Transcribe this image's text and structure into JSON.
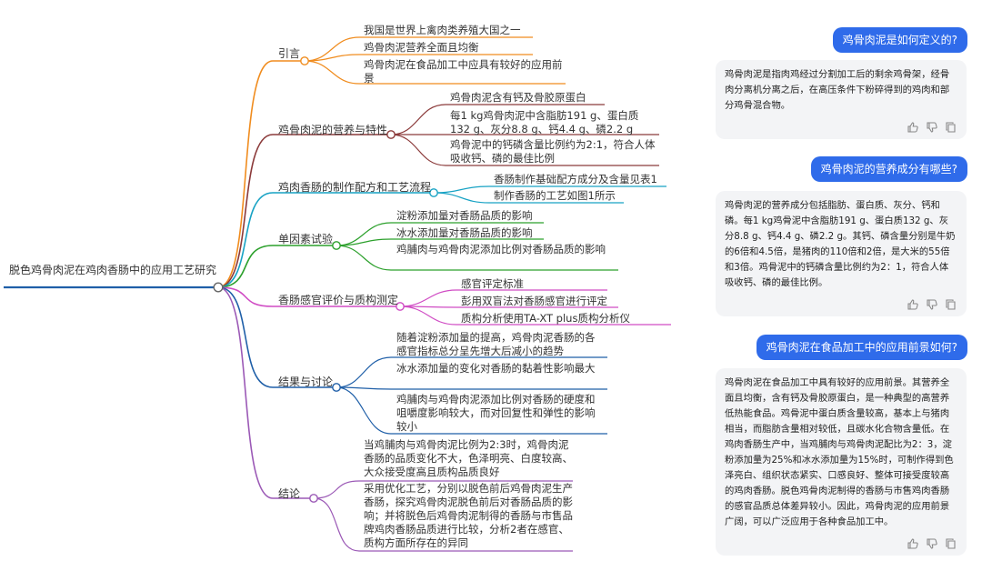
{
  "mindmap": {
    "root": "脱色鸡骨肉泥在鸡肉香肠中的应用工艺研究",
    "branches": [
      {
        "label": "引言",
        "color": "#f08c1e",
        "items": [
          "我国是世界上禽肉类养殖大国之一",
          "鸡骨肉泥营养全面且均衡",
          "鸡骨肉泥在食品加工中应具有较好的应用前景"
        ]
      },
      {
        "label": "鸡骨肉泥的营养与特性",
        "color": "#8b3a3a",
        "items": [
          "鸡骨肉泥含有钙及骨胶原蛋白",
          "每1 kg鸡骨肉泥中含脂肪191 g、蛋白质132 g、灰分8.8 g、钙4.4 g、磷2.2 g",
          "鸡骨泥中的钙磷含量比例约为2:1，符合人体吸收钙、磷的最佳比例"
        ]
      },
      {
        "label": "鸡肉香肠的制作配方和工艺流程",
        "color": "#17a2c4",
        "items": [
          "香肠制作基础配方成分及含量见表1",
          "制作香肠的工艺如图1所示"
        ]
      },
      {
        "label": "单因素试验",
        "color": "#2ca02c",
        "items": [
          "淀粉添加量对香肠品质的影响",
          "冰水添加量对香肠品质的影响",
          "鸡脯肉与鸡骨肉泥添加比例对香肠品质的影响"
        ]
      },
      {
        "label": "香肠感官评价与质构测定",
        "color": "#d04cc4",
        "items": [
          "感官评定标准",
          "彭用双盲法对香肠感官进行评定",
          "质构分析使用TA-XT plus质构分析仪"
        ]
      },
      {
        "label": "结果与讨论",
        "color": "#1f5fa8",
        "items": [
          "随着淀粉添加量的提高，鸡骨肉泥香肠的各感官指标总分呈先增大后减小的趋势",
          "冰水添加量的变化对香肠的黏着性影响最大",
          "鸡脯肉与鸡骨肉泥添加比例对香肠的硬度和咀嚼度影响较大，而对回复性和弹性的影响较小"
        ]
      },
      {
        "label": "结论",
        "color": "#9b59b6",
        "items": [
          "当鸡脯肉与鸡骨肉泥比例为2:3时，鸡骨肉泥香肠的品质变化不大，色泽明亮、白度较高、大众接受度高且质构品质良好",
          "采用优化工艺，分别以脱色前后鸡骨肉泥生产香肠，探究鸡骨肉泥脱色前后对香肠品质的影响；并将脱色后鸡骨肉泥制得的香肠与市售品牌鸡肉香肠品质进行比较，分析2者在感官、质构方面所存在的异同"
        ]
      }
    ]
  },
  "chat": [
    {
      "question": "鸡骨肉泥是如何定义的?",
      "answer": "鸡骨肉泥是指肉鸡经过分割加工后的剩余鸡骨架，经骨肉分离机分离之后，在高压条件下粉碎得到的鸡肉和部分鸡骨混合物。"
    },
    {
      "question": "鸡骨肉泥的营养成分有哪些?",
      "answer": "鸡骨肉泥的营养成分包括脂肪、蛋白质、灰分、钙和磷。每1 kg鸡骨泥中含脂肪191 g、蛋白质132 g、灰分8.8 g、钙4.4 g、磷2.2 g。其钙、磷含量分别是牛奶的6倍和4.5倍，是猪肉的110倍和2倍，是大米的55倍和3倍。鸡骨泥中的钙磷含量比例约为2：1，符合人体吸收钙、磷的最佳比例。"
    },
    {
      "question": "鸡骨肉泥在食品加工中的应用前景如何?",
      "answer": "鸡骨肉泥在食品加工中具有较好的应用前景。其营养全面且均衡，含有钙及骨胶原蛋白，是一种典型的高营养低热能食品。鸡骨泥中蛋白质含量较高，基本上与猪肉相当，而脂肪含量相对较低，且碳水化合物含量低。在鸡肉香肠生产中，当鸡脯肉与鸡骨肉泥配比为2：3，淀粉添加量为25%和冰水添加量为15%时，可制作得到色泽亮白、组织状态紧实、口感良好、整体可接受度较高的鸡肉香肠。脱色鸡骨肉泥制得的香肠与市售鸡肉香肠的感官品质总体差异较小。因此，鸡骨肉泥的应用前景广阔，可以广泛应用于各种食品加工中。"
    }
  ],
  "icons": [
    "thumbs-up-icon",
    "thumbs-down-icon",
    "copy-icon"
  ],
  "colors": {
    "accent": "#2f6bea",
    "answer_bg": "#f3f4f6",
    "root_line": "#1f5fa8"
  }
}
